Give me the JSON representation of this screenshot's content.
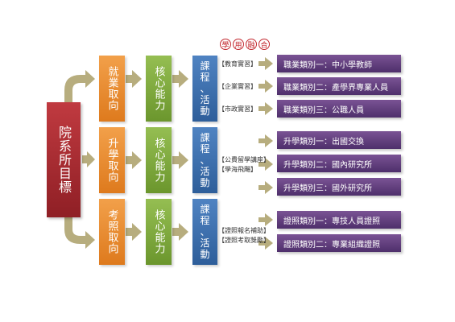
{
  "seal": [
    "學",
    "用",
    "融",
    "合"
  ],
  "root": "院系所目標",
  "branches": [
    {
      "orientation": "就業取向",
      "core": "核心能力",
      "course": [
        "課",
        "程",
        "、",
        "活",
        "動"
      ],
      "tags": [
        "【教育實習】",
        "【企業實習】",
        "【市政實習】"
      ],
      "outcomes": [
        "職業類別一：中小學教師",
        "職業類別二：產學界專業人員",
        "職業類別三：公職人員"
      ]
    },
    {
      "orientation": "升學取向",
      "core": "核心能力",
      "course": [
        "課",
        "程",
        "、",
        "活",
        "動"
      ],
      "tags": [
        "【公費留學講座】",
        "【學海飛颺】"
      ],
      "outcomes": [
        "升學類別一：出國交換",
        "升學類別二：國內研究所",
        "升學類別三：國外研究所"
      ]
    },
    {
      "orientation": "考照取向",
      "core": "核心能力",
      "course": [
        "課",
        "程",
        "、",
        "活",
        "動"
      ],
      "tags": [
        "【證照報名補助】",
        "【證照考取獎勵】"
      ],
      "outcomes": [
        "證照類別一：專技人員證照",
        "證照類別二：專業組織證照"
      ]
    }
  ],
  "colors": {
    "root": "#a52a30",
    "orientation": "#e88a2e",
    "core": "#7ea83e",
    "course": "#3d6fae",
    "outcome": "#5d3b7c",
    "arrow": "#b7ad7e",
    "seal": "#c3282f"
  }
}
